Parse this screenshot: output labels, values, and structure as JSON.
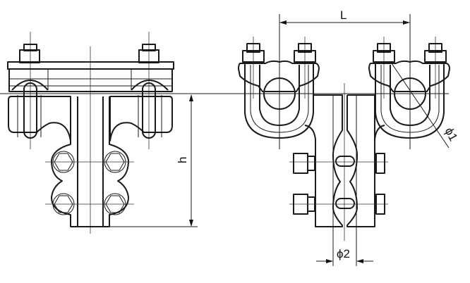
{
  "drawing": {
    "dimensions": {
      "length_label": "L",
      "height_label": "h",
      "diameter1_label": "ϕ1",
      "diameter2_label": "ϕ2"
    },
    "views": [
      "side-view",
      "front-view"
    ]
  }
}
